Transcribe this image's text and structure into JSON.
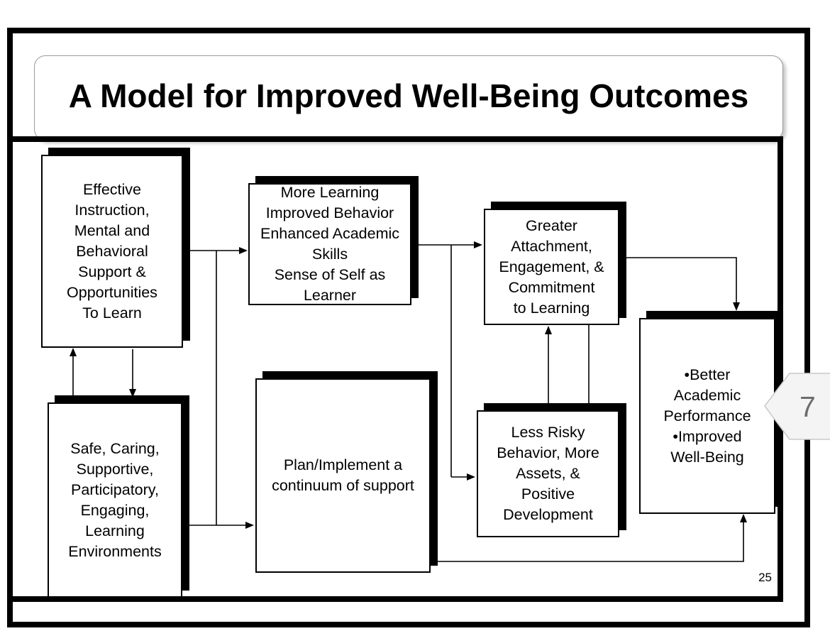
{
  "slide": {
    "title": "A Model for Improved Well-Being Outcomes",
    "page_number": "25",
    "nav_tag_label": "7"
  },
  "boxes": {
    "effective": {
      "lines": [
        "Effective",
        "Instruction,",
        "Mental and",
        "Behavioral",
        "Support &",
        "Opportunities",
        "To Learn"
      ]
    },
    "safe": {
      "lines": [
        "Safe, Caring,",
        "Supportive,",
        "Participatory,",
        "Engaging,",
        "Learning",
        "Environments"
      ]
    },
    "more_learning": {
      "lines": [
        "More Learning",
        "Improved Behavior",
        "Enhanced Academic",
        "Skills",
        "Sense of Self as",
        "Learner"
      ]
    },
    "plan": {
      "lines": [
        "Plan/Implement a",
        "continuum of support"
      ]
    },
    "greater": {
      "lines": [
        "Greater",
        "Attachment,",
        "Engagement, &",
        "Commitment",
        "to Learning"
      ]
    },
    "less_risky": {
      "lines": [
        "Less Risky",
        "Behavior, More",
        "Assets, &",
        "Positive",
        "Development"
      ]
    },
    "outcomes": {
      "lines": [
        "•Better",
        "Academic",
        "Performance",
        "•Improved",
        "Well-Being"
      ]
    }
  },
  "edges": [
    {
      "from": "effective",
      "to": "safe",
      "type": "double-arrow"
    },
    {
      "from": "effective",
      "to": "more_learning",
      "type": "arrow"
    },
    {
      "from": "safe",
      "to": "plan",
      "type": "arrow"
    },
    {
      "from": "more_learning",
      "to": "greater",
      "type": "arrow"
    },
    {
      "from": "more_learning",
      "to": "less_risky",
      "type": "arrow"
    },
    {
      "from": "greater",
      "to": "less_risky",
      "type": "double-arrow"
    },
    {
      "from": "greater",
      "to": "outcomes",
      "type": "arrow"
    },
    {
      "from": "plan",
      "to": "outcomes",
      "type": "arrow"
    }
  ],
  "colors": {
    "ink": "#000000",
    "background": "#ffffff",
    "tag_fill": "#f4f4f4",
    "tag_border": "#c9c9c9",
    "tag_text": "#6e6e6e",
    "panel_border": "#9a9a9a"
  }
}
